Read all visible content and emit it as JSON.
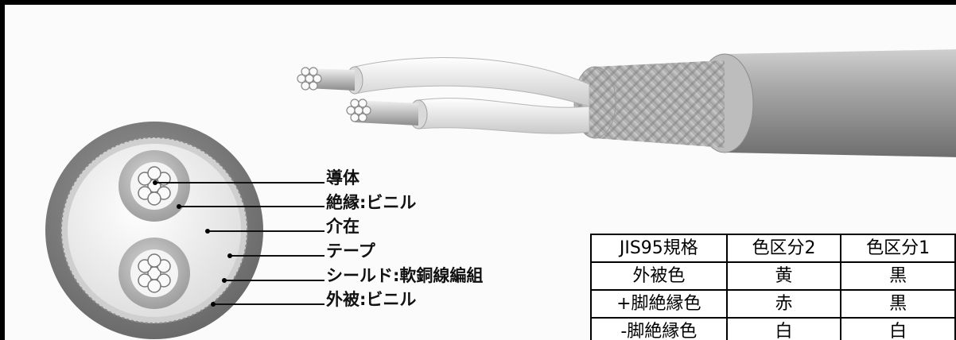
{
  "labels": {
    "conductor": "導体",
    "insulation": "絶縁:ビニル",
    "filler": "介在",
    "tape": "テープ",
    "shield": "シールド:軟銅線編組",
    "jacket": "外被:ビニル"
  },
  "spec_table": {
    "headers": [
      "JIS95規格",
      "色区分2",
      "色区分1"
    ],
    "rows": [
      [
        "外被色",
        "黄",
        "黒"
      ],
      [
        "+脚絶縁色",
        "赤",
        "黒"
      ],
      [
        "-脚絶縁色",
        "白",
        "白"
      ]
    ]
  }
}
